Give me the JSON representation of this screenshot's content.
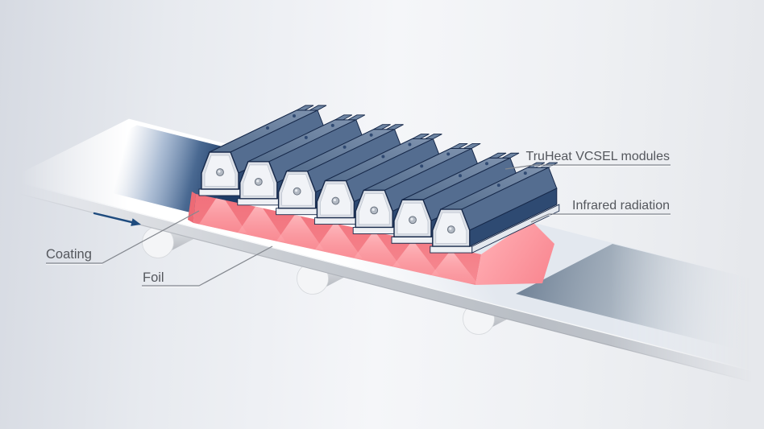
{
  "diagram": {
    "subject": "VCSEL infrared heating of coated foil",
    "labels": {
      "truheat": "TruHeat VCSEL modules",
      "infrared": "Infrared radiation",
      "coating": "Coating",
      "foil": "Foil"
    },
    "counts": {
      "vcsel_modules": 7,
      "rollers": 3,
      "radiation_fans": 7
    },
    "flow_direction": "right",
    "colors": {
      "module_top_light": "#7e92ae",
      "module_top_dark": "#556e8e",
      "module_roof_left": "#c6d1e0",
      "module_roof_right": "#546d90",
      "module_side": "#2e4a72",
      "module_face": "#dde1e8",
      "module_face_inner": "#f1f3f7",
      "module_base": "#eef0f4",
      "module_rail": "#e4e8ee",
      "module_prong": "#6d84a2",
      "module_outline": "#17294a",
      "screw": "#b3bac4",
      "screw_ring": "#6a7380",
      "top_dot": "#24406a",
      "radiation_red": "#f1717c",
      "radiation_fan": "#ffc3c7",
      "radiation_side": "#ffabb1",
      "coating_dark": "#1f3c66",
      "coated_foil": "#66798f",
      "foil_strip": "#c2c6cd",
      "roller_light": "#f4f5f7",
      "roller_dark": "#a9adb5",
      "label_text": "#54575d",
      "leader_line": "#84888f",
      "arrow": "#1e4b7e"
    }
  }
}
